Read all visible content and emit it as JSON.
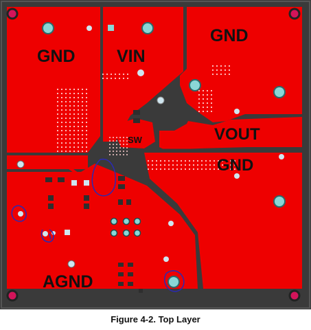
{
  "colors": {
    "copper": "#ee0000",
    "substrate": "#3a3a3a",
    "pad": "#8ad6d6",
    "via_ring": "#cfe6f0",
    "ink": "#2a2ab4",
    "corner_pad": "#d4145a"
  },
  "labels": {
    "gnd_top_left": "GND",
    "vin": "VIN",
    "gnd_top_right": "GND",
    "sw": "SW",
    "vout": "VOUT",
    "gnd_right": "GND",
    "agnd": "AGND"
  },
  "caption": "Figure 4-2. Top Layer"
}
